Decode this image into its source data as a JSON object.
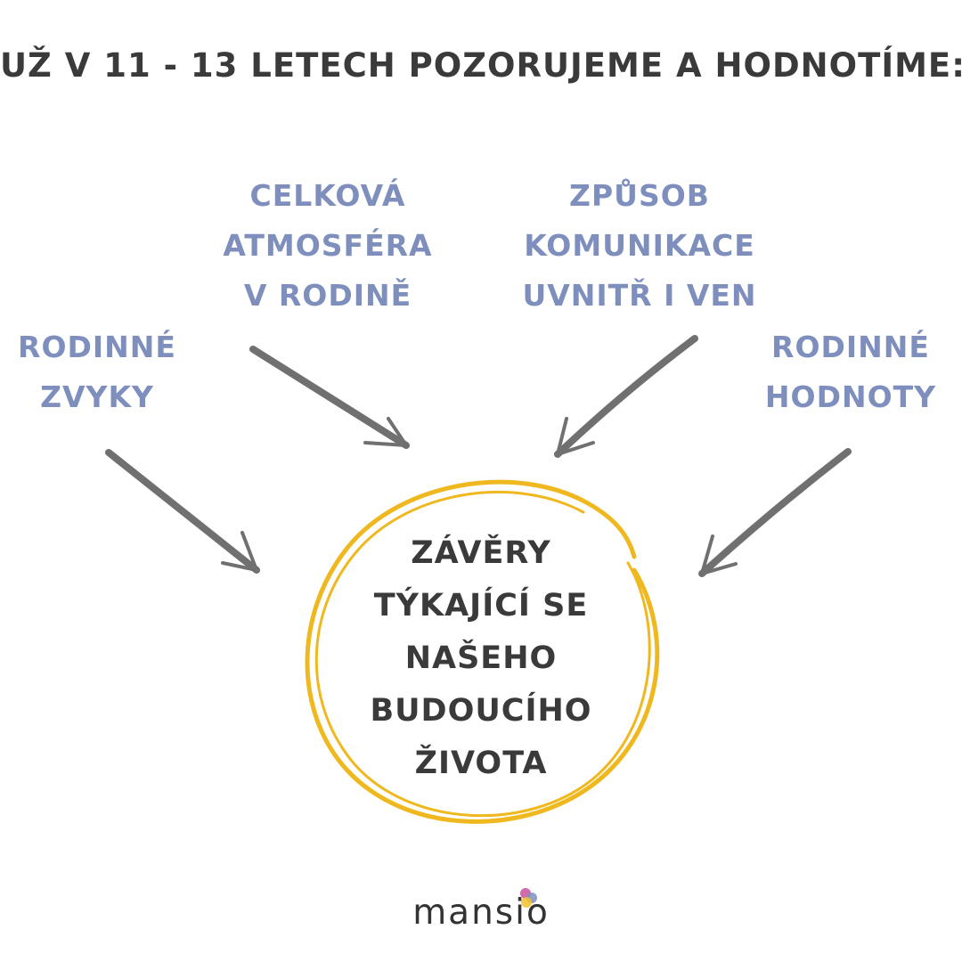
{
  "title": "UŽ V 11 - 13 LETECH POZORUJEME A HODNOTÍME:",
  "nodes": {
    "atmosfera": [
      "CELKOVÁ",
      "ATMOSFÉRA",
      "V RODINĚ"
    ],
    "komunikace": [
      "ZPŮSOB",
      "KOMUNIKACE",
      "UVNITŘ I VEN"
    ],
    "zvyky": [
      "RODINNÉ",
      "ZVYKY"
    ],
    "hodnoty": [
      "RODINNÉ",
      "HODNOTY"
    ]
  },
  "center": [
    "ZÁVĚRY",
    "TÝKAJÍCÍ SE",
    "NAŠEHO",
    "BUDOUCÍHO",
    "ŽIVOTA"
  ],
  "logo": {
    "text": "mansio",
    "dot_colors": [
      "#c8529a",
      "#7f8fbd",
      "#f2c12e"
    ]
  },
  "colors": {
    "title": "#3a3a3a",
    "node_text": "#7f8fbd",
    "center_text": "#3a3a3a",
    "circle": "#f0b81f",
    "arrow": "#707070"
  }
}
